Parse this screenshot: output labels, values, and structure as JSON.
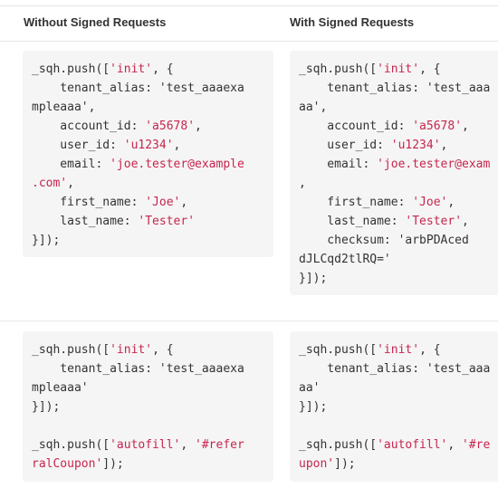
{
  "headers": {
    "left": "Without Signed Requests",
    "right": "With Signed Requests"
  },
  "colors": {
    "string": "#c7254e",
    "code_text": "#333333",
    "box_bg": "#f5f5f5",
    "divider": "#e6e6e6"
  },
  "boxes": {
    "a": [
      [
        {
          "t": "_sqh.push(["
        },
        {
          "t": "'init'",
          "s": 1
        },
        {
          "t": ", {"
        }
      ],
      [
        {
          "t": "    tenant_alias: 'test_aaaexa"
        }
      ],
      [
        {
          "t": "mpleaaa',"
        }
      ],
      [
        {
          "t": "    account_id: "
        },
        {
          "t": "'a5678'",
          "s": 1
        },
        {
          "t": ","
        }
      ],
      [
        {
          "t": "    user_id: "
        },
        {
          "t": "'u1234'",
          "s": 1
        },
        {
          "t": ","
        }
      ],
      [
        {
          "t": "    email: "
        },
        {
          "t": "'joe.tester@example",
          "s": 1
        }
      ],
      [
        {
          "t": ".com'",
          "s": 1
        },
        {
          "t": ","
        }
      ],
      [
        {
          "t": "    first_name: "
        },
        {
          "t": "'Joe'",
          "s": 1
        },
        {
          "t": ","
        }
      ],
      [
        {
          "t": "    last_name: "
        },
        {
          "t": "'Tester'",
          "s": 1
        }
      ],
      [
        {
          "t": "}]);"
        }
      ]
    ],
    "b": [
      [
        {
          "t": "_sqh.push(["
        },
        {
          "t": "'init'",
          "s": 1
        },
        {
          "t": ", {"
        }
      ],
      [
        {
          "t": "    tenant_alias: 'test_aaa"
        }
      ],
      [
        {
          "t": "aa',"
        }
      ],
      [
        {
          "t": "    account_id: "
        },
        {
          "t": "'a5678'",
          "s": 1
        },
        {
          "t": ","
        }
      ],
      [
        {
          "t": "    user_id: "
        },
        {
          "t": "'u1234'",
          "s": 1
        },
        {
          "t": ","
        }
      ],
      [
        {
          "t": "    email: "
        },
        {
          "t": "'joe.tester@exam",
          "s": 1
        }
      ],
      [
        {
          "t": ","
        }
      ],
      [
        {
          "t": "    first_name: "
        },
        {
          "t": "'Joe'",
          "s": 1
        },
        {
          "t": ","
        }
      ],
      [
        {
          "t": "    last_name: "
        },
        {
          "t": "'Tester'",
          "s": 1
        },
        {
          "t": ","
        }
      ],
      [
        {
          "t": "    checksum: 'arbPDAced"
        }
      ],
      [
        {
          "t": "dJLCqd2tlRQ='"
        }
      ],
      [
        {
          "t": "}]);"
        }
      ]
    ],
    "c": [
      [
        {
          "t": "_sqh.push(["
        },
        {
          "t": "'init'",
          "s": 1
        },
        {
          "t": ", {"
        }
      ],
      [
        {
          "t": "    tenant_alias: 'test_aaaexa"
        }
      ],
      [
        {
          "t": "mpleaaa'"
        }
      ],
      [
        {
          "t": "}]);"
        }
      ],
      [
        {
          "t": ""
        }
      ],
      [
        {
          "t": "_sqh.push(["
        },
        {
          "t": "'autofill'",
          "s": 1
        },
        {
          "t": ", "
        },
        {
          "t": "'#refer",
          "s": 1
        }
      ],
      [
        {
          "t": "ralCoupon'",
          "s": 1
        },
        {
          "t": "]);"
        }
      ]
    ],
    "d": [
      [
        {
          "t": "_sqh.push(["
        },
        {
          "t": "'init'",
          "s": 1
        },
        {
          "t": ", {"
        }
      ],
      [
        {
          "t": "    tenant_alias: 'test_aaa"
        }
      ],
      [
        {
          "t": "aa'"
        }
      ],
      [
        {
          "t": "}]);"
        }
      ],
      [
        {
          "t": ""
        }
      ],
      [
        {
          "t": "_sqh.push(["
        },
        {
          "t": "'autofill'",
          "s": 1
        },
        {
          "t": ", "
        },
        {
          "t": "'#re",
          "s": 1
        }
      ],
      [
        {
          "t": "upon'",
          "s": 1
        },
        {
          "t": "]);"
        }
      ]
    ]
  }
}
